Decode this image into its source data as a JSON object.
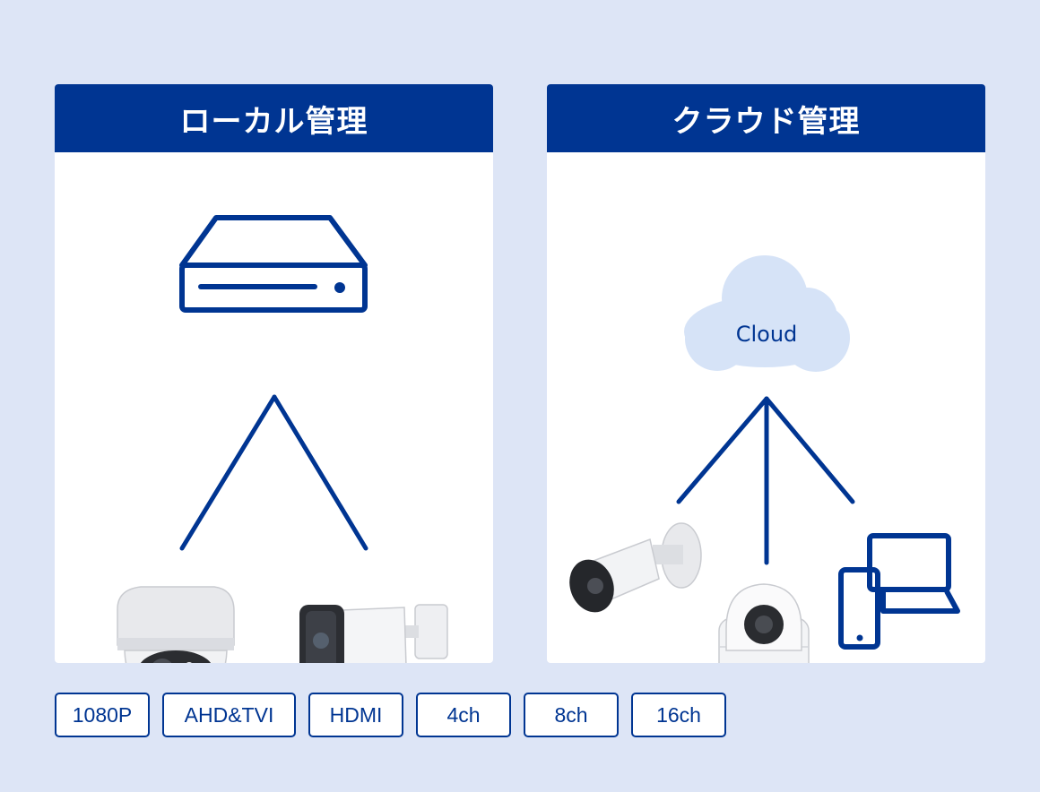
{
  "panels": {
    "local": {
      "title": "ローカル管理",
      "devices": [
        "recorder-icon",
        "dome-camera",
        "bullet-camera"
      ]
    },
    "cloud": {
      "title": "クラウド管理",
      "cloud_label": "Cloud",
      "devices": [
        "cloud-icon",
        "bullet-camera",
        "ptz-camera",
        "smartphone-icon",
        "laptop-icon"
      ]
    }
  },
  "tags": [
    "1080P",
    "AHD&TVI",
    "HDMI",
    "4ch",
    "8ch",
    "16ch"
  ],
  "colors": {
    "background": "#dde5f6",
    "brand_blue": "#003592",
    "cloud_fill": "#d6e3f7"
  }
}
